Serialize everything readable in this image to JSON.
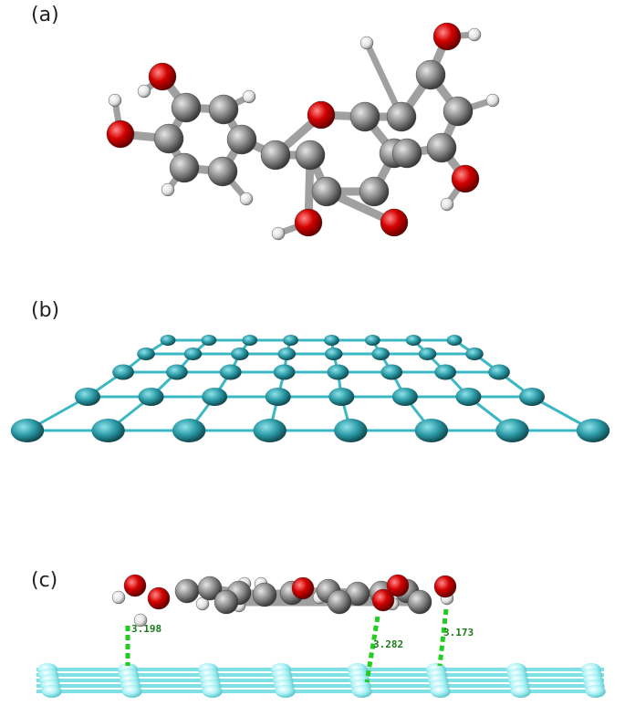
{
  "panels": {
    "a": {
      "label": "(a)"
    },
    "b": {
      "label": "(b)"
    },
    "c": {
      "label": "(c)",
      "distances": [
        "3.198",
        "3.282",
        "3.173"
      ]
    }
  },
  "colors": {
    "carbon": "#808080",
    "oxygen": "#d40000",
    "hydrogen": "#f2f2f2",
    "surface": "#2b9aa6",
    "surface_light": "#9ff0f3",
    "hbond": "#22cc22"
  }
}
